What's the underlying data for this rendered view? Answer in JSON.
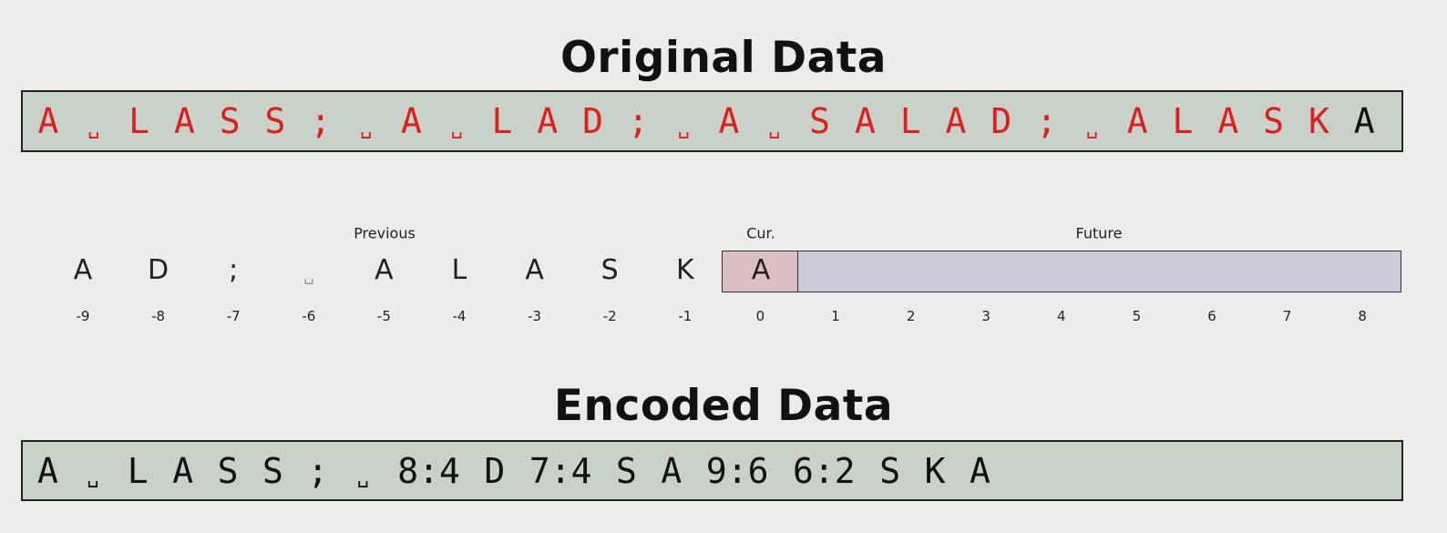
{
  "original": {
    "title": "Original Data",
    "symbols": [
      {
        "t": "A",
        "c": "red"
      },
      {
        "t": "␣",
        "c": "red"
      },
      {
        "t": "L",
        "c": "red"
      },
      {
        "t": "A",
        "c": "red"
      },
      {
        "t": "S",
        "c": "red"
      },
      {
        "t": "S",
        "c": "red"
      },
      {
        "t": ";",
        "c": "red"
      },
      {
        "t": "␣",
        "c": "red"
      },
      {
        "t": "A",
        "c": "red"
      },
      {
        "t": "␣",
        "c": "red"
      },
      {
        "t": "L",
        "c": "red"
      },
      {
        "t": "A",
        "c": "red"
      },
      {
        "t": "D",
        "c": "red"
      },
      {
        "t": ";",
        "c": "red"
      },
      {
        "t": "␣",
        "c": "red"
      },
      {
        "t": "A",
        "c": "red"
      },
      {
        "t": "␣",
        "c": "red"
      },
      {
        "t": "S",
        "c": "red"
      },
      {
        "t": "A",
        "c": "red"
      },
      {
        "t": "L",
        "c": "red"
      },
      {
        "t": "A",
        "c": "red"
      },
      {
        "t": "D",
        "c": "red"
      },
      {
        "t": ";",
        "c": "red"
      },
      {
        "t": "␣",
        "c": "red"
      },
      {
        "t": "A",
        "c": "red"
      },
      {
        "t": "L",
        "c": "red"
      },
      {
        "t": "A",
        "c": "red"
      },
      {
        "t": "S",
        "c": "red"
      },
      {
        "t": "K",
        "c": "red"
      },
      {
        "t": "A",
        "c": "black"
      }
    ]
  },
  "window": {
    "previous_label": "Previous",
    "current_label": "Cur.",
    "future_label": "Future",
    "previous_chars": [
      "A",
      "D",
      ";",
      "␣",
      "A",
      "L",
      "A",
      "S",
      "K"
    ],
    "current_char": "A",
    "indices": [
      "-9",
      "-8",
      "-7",
      "-6",
      "-5",
      "-4",
      "-3",
      "-2",
      "-1",
      "0",
      "1",
      "2",
      "3",
      "4",
      "5",
      "6",
      "7",
      "8"
    ]
  },
  "encoded": {
    "title": "Encoded Data",
    "tokens": [
      "A",
      "␣",
      "L",
      "A",
      "S",
      "S",
      ";",
      "␣",
      "8:4",
      "D",
      "7:4",
      "S",
      "A",
      "9:6",
      "6:2",
      "S",
      "K",
      "A"
    ]
  },
  "colors": {
    "literal_red": "#dd1f1f",
    "strip_bg": "#c9d2c8",
    "current_bg": "#dcc0c3",
    "future_bg": "#cbcbd7"
  }
}
